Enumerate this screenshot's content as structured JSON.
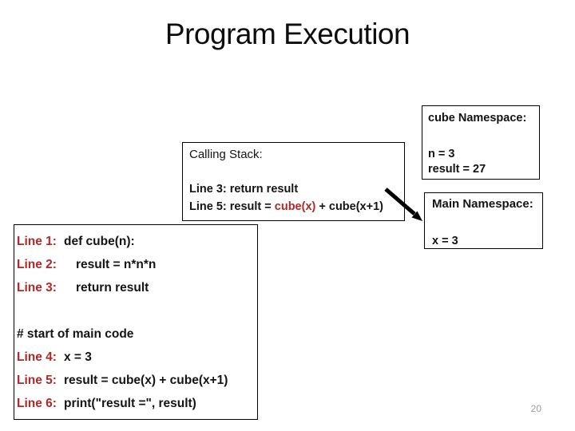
{
  "slide": {
    "title": "Program Execution",
    "page_number": "20"
  },
  "colors": {
    "accent_red": "#b02828",
    "border_black": "#000000",
    "page_number_gray": "#9a9a9a"
  },
  "cube_namespace": {
    "heading": "cube Namespace:",
    "entries": [
      "n = 3",
      "result = 27"
    ]
  },
  "calling_stack": {
    "heading": "Calling Stack:",
    "frames": [
      "Line 3: return result"
    ],
    "active_frame": {
      "prefix": "Line 5: result = ",
      "highlight": "cube(x)",
      "suffix": " + cube(x+1)"
    }
  },
  "main_namespace": {
    "heading": "Main Namespace:",
    "entries": [
      "x = 3"
    ]
  },
  "code_box": {
    "lines": [
      {
        "label": "Line 1:",
        "code": "def cube(n):"
      },
      {
        "label": "Line 2:",
        "code": "result = n*n*n"
      },
      {
        "label": "Line 3:",
        "code": "return result"
      },
      {
        "label": "",
        "code": ""
      },
      {
        "label": "",
        "code": "# start of main code"
      },
      {
        "label": "Line 4:",
        "code": "x = 3"
      },
      {
        "label": "Line 5:",
        "code": "result = cube(x) + cube(x+1)"
      },
      {
        "label": "Line 6:",
        "code": "print(\"result =\", result)"
      }
    ]
  }
}
